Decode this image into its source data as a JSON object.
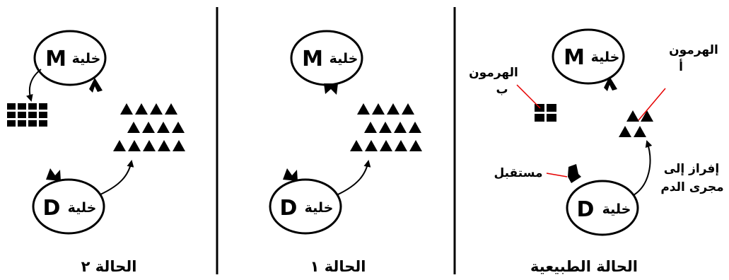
{
  "panels": {
    "case2": {
      "title": "الحالة ٢"
    },
    "case1": {
      "title": "الحالة ١"
    },
    "normal": {
      "title": "الحالة الطبيعية"
    }
  },
  "cells": {
    "m_word": "خلية",
    "m_letter": "M",
    "d_word": "خلية",
    "d_letter": "D"
  },
  "labels": {
    "hormone_b_line1": "الهرمون",
    "hormone_b_line2": "ب",
    "hormone_a_line1": "الهرمون",
    "hormone_a_line2": "أ",
    "receptor": "مستقبل",
    "secretion_line1": "إفراز إلى",
    "secretion_line2": "مجرى الدم"
  },
  "colors": {
    "ink": "#000000",
    "pointer": "#e60000"
  }
}
